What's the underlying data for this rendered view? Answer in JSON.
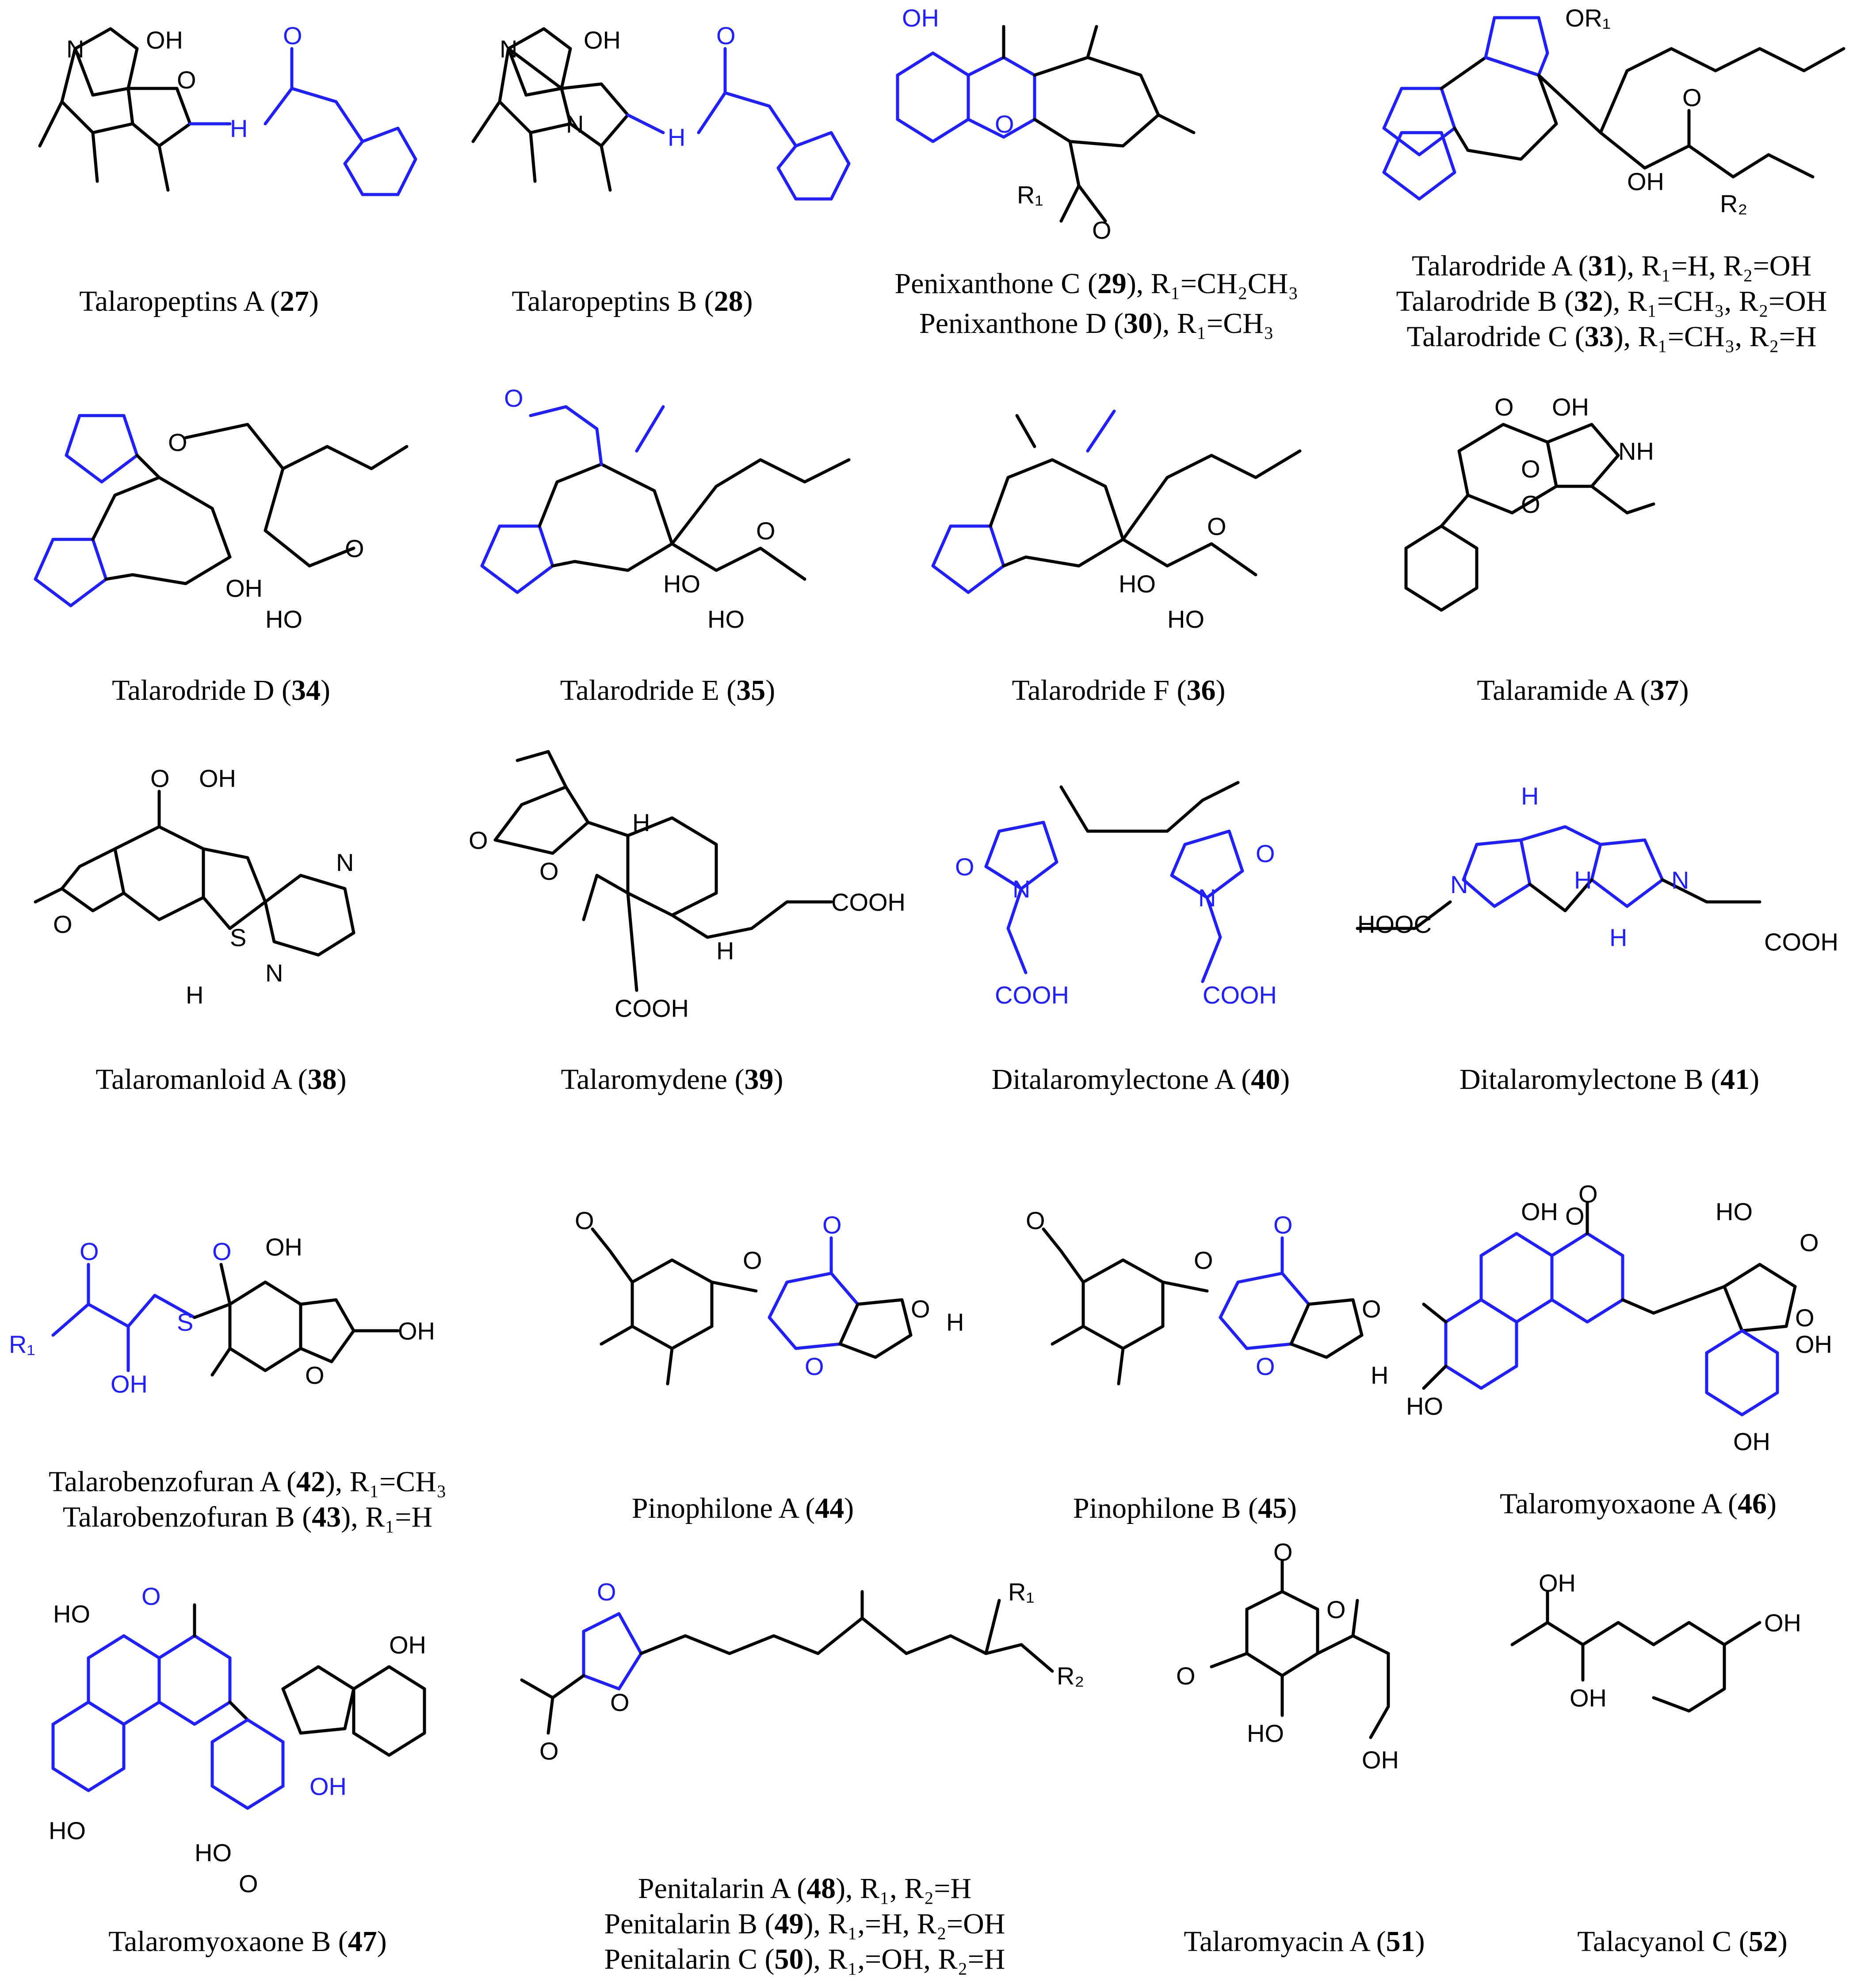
{
  "colors": {
    "core_highlight": "#1f1fff",
    "bonds": "#000000",
    "background": "#ffffff"
  },
  "compounds": [
    {
      "number": "27",
      "name": "Talaropeptins A",
      "substituents": ""
    },
    {
      "number": "28",
      "name": "Talaropeptins B",
      "substituents": ""
    },
    {
      "number": "29",
      "name": "Penixanthone C",
      "substituents": ", R₁=CH₂CH₃"
    },
    {
      "number": "30",
      "name": "Penixanthone D",
      "substituents": ", R₁=CH₃"
    },
    {
      "number": "31",
      "name": "Talarodride A",
      "substituents": ",   R₁=H, R₂=OH"
    },
    {
      "number": "32",
      "name": "Talarodride B",
      "substituents": ",  R₁=CH₃, R₂=OH"
    },
    {
      "number": "33",
      "name": "Talarodride C",
      "substituents": ",  R₁=CH₃, R₂=H"
    },
    {
      "number": "34",
      "name": "Talarodride D",
      "substituents": ""
    },
    {
      "number": "35",
      "name": "Talarodride E",
      "substituents": ""
    },
    {
      "number": "36",
      "name": "Talarodride F",
      "substituents": ""
    },
    {
      "number": "37",
      "name": "Talaramide A",
      "substituents": ""
    },
    {
      "number": "38",
      "name": "Talaromanloid A",
      "substituents": ""
    },
    {
      "number": "39",
      "name": "Talaromydene",
      "substituents": ""
    },
    {
      "number": "40",
      "name": "Ditalaromylectone A",
      "substituents": ""
    },
    {
      "number": "41",
      "name": "Ditalaromylectone B",
      "substituents": ""
    },
    {
      "number": "42",
      "name": "Talarobenzofuran A",
      "substituents": ", R₁=CH₃"
    },
    {
      "number": "43",
      "name": "Talarobenzofuran B",
      "substituents": ", R₁=H"
    },
    {
      "number": "44",
      "name": "Pinophilone A",
      "substituents": ""
    },
    {
      "number": "45",
      "name": "Pinophilone B",
      "substituents": ""
    },
    {
      "number": "46",
      "name": "Talaromyoxaone A",
      "substituents": ""
    },
    {
      "number": "47",
      "name": "Talaromyoxaone B",
      "substituents": ""
    },
    {
      "number": "48",
      "name": "Penitalarin A",
      "substituents": ", R₁, R₂=H"
    },
    {
      "number": "49",
      "name": "Penitalarin B",
      "substituents": ", R₁,=H, R₂=OH"
    },
    {
      "number": "50",
      "name": "Penitalarin C",
      "substituents": ", R₁,=OH, R₂=H"
    },
    {
      "number": "51",
      "name": "Talaromyacin A",
      "substituents": ""
    },
    {
      "number": "52",
      "name": "Talacyanol C",
      "substituents": ""
    }
  ],
  "atom_labels": {
    "N": "N",
    "O": "O",
    "OH": "OH",
    "H": "H",
    "S": "S",
    "NH": "NH",
    "HO": "HO",
    "COOH": "COOH",
    "HOOC": "HOOC",
    "R1": "R₁",
    "R2": "R₂",
    "OR1": "OR₁"
  }
}
